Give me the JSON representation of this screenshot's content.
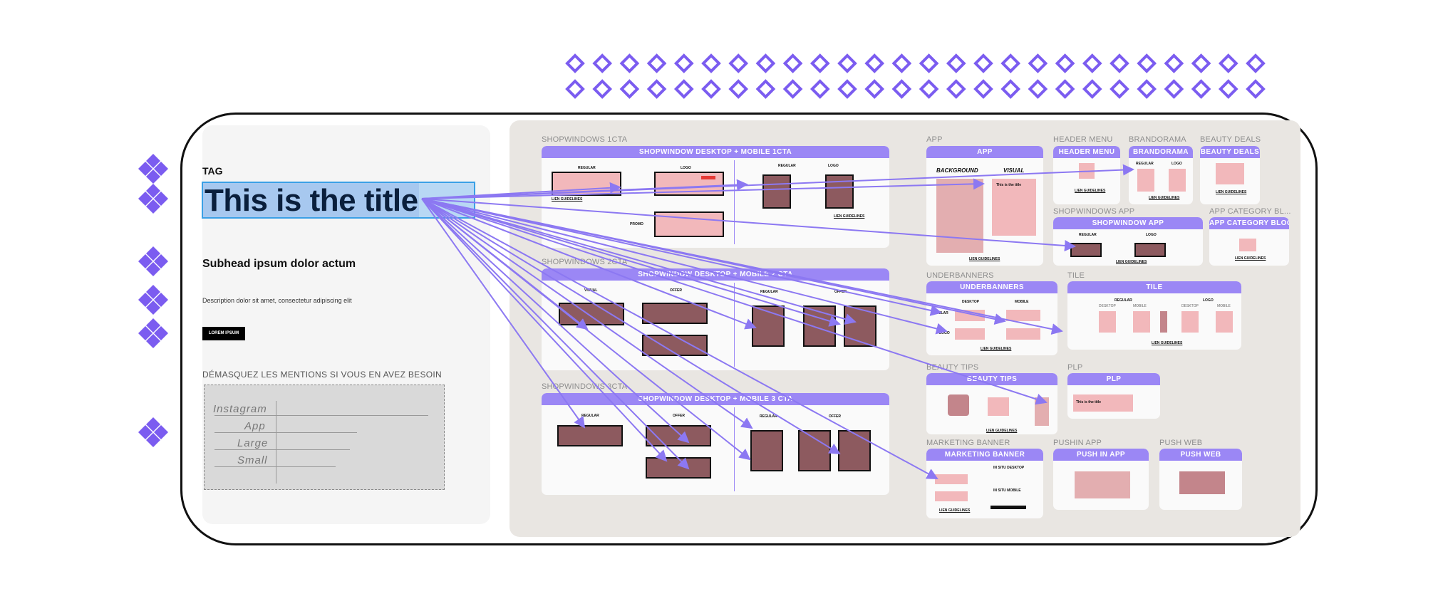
{
  "colors": {
    "accent": "#9b87f5",
    "diamond": "#7b5cf0",
    "arrow": "#8c78f2",
    "mock_dark": "#8d5a5f",
    "mock_pink": "#f2b8bb",
    "selection": "#b8d8f4"
  },
  "left": {
    "tag": "TAG",
    "title": "This is the title",
    "subhead": "Subhead ipsum dolor actum",
    "description": "Description dolor sit amet, consectetur adipiscing elit",
    "cta": "LOREM IPSUM",
    "mentions_heading": "DÉMASQUEZ LES MENTIONS SI VOUS EN AVEZ BESOIN",
    "mentions": [
      "Instagram",
      "App",
      "Large",
      "Small"
    ]
  },
  "sections": {
    "sw1": {
      "label": "SHOPWINDOWS 1CTA",
      "head": "SHOPWINDOW DESKTOP + MOBILE 1CTA",
      "regular": "REGULAR",
      "logo": "LOGO",
      "promo": "PROMO",
      "guide": "LIEN GUIDELINES"
    },
    "sw2": {
      "label": "SHOPWINDOWS 2CTA",
      "head": "SHOPWINDOW DESKTOP + MOBILE 2 CTA",
      "visual": "VISUAL",
      "offer": "OFFER",
      "regular": "REGULAR"
    },
    "sw3": {
      "label": "SHOPWINDOWS 3CTA",
      "head": "SHOPWINDOW DESKTOP + MOBILE 3 CTA",
      "regular": "REGULAR",
      "offer": "OFFER"
    },
    "app": {
      "label": "APP",
      "head": "APP",
      "background": "BACKGROUND",
      "visual": "VISUAL",
      "mock_title": "This is the title",
      "guide": "LIEN GUIDELINES"
    },
    "header_menu": {
      "label": "HEADER MENU",
      "head": "HEADER MENU",
      "guide": "LIEN GUIDELINES"
    },
    "brandorama": {
      "label": "BRANDORAMA",
      "head": "BRANDORAMA",
      "regular": "REGULAR",
      "logo": "LOGO",
      "guide": "LIEN GUIDELINES"
    },
    "beauty_deals": {
      "label": "BEAUTY DEALS",
      "head": "BEAUTY DEALS",
      "guide": "LIEN GUIDELINES"
    },
    "shopwindows_app": {
      "label": "SHOPWINDOWS APP",
      "head": "SHOPWINDOW APP",
      "regular": "REGULAR",
      "logo": "LOGO",
      "guide": "LIEN GUIDELINES"
    },
    "app_category": {
      "label": "APP CATEGORY BL...",
      "head": "APP CATEGORY BLOC",
      "guide": "LIEN GUIDELINES"
    },
    "underbanners": {
      "label": "UNDERBANNERS",
      "head": "UNDERBANNERS",
      "desktop": "DESKTOP",
      "mobile": "MOBILE",
      "regular": "REGULAR",
      "logo": "LOGO",
      "guide": "LIEN GUIDELINES"
    },
    "tile": {
      "label": "TILE",
      "head": "TILE",
      "regular": "REGULAR",
      "logo": "LOGO",
      "desktop": "DESKTOP",
      "mobile": "MOBILE",
      "guide": "LIEN GUIDELINES"
    },
    "beauty_tips": {
      "label": "BEAUTY TIPS",
      "head": "BEAUTY TIPS",
      "guide": "LIEN GUIDELINES"
    },
    "plp": {
      "label": "PLP",
      "head": "PLP",
      "mock_title": "This is the title"
    },
    "marketing": {
      "label": "MARKETING BANNER",
      "head": "MARKETING BANNER",
      "in_situ_desktop": "IN SITU DESKTOP",
      "in_situ_mobile": "IN SITU MOBILE",
      "guide": "LIEN GUIDELINES"
    },
    "pushin_app": {
      "label": "PUSHIN APP",
      "head": "PUSH IN APP"
    },
    "push_web": {
      "label": "PUSH WEB",
      "head": "PUSH WEB"
    }
  }
}
